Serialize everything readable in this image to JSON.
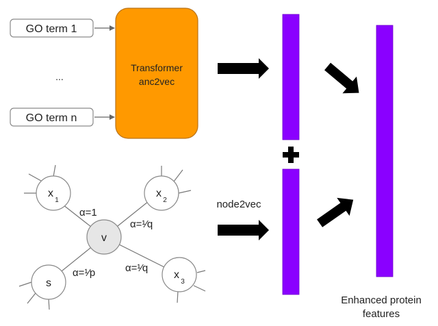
{
  "inputs": {
    "go_term_first": "GO term 1",
    "ellipsis": "...",
    "go_term_last": "GO term n"
  },
  "transformer": {
    "line1": "Transformer",
    "line2": "anc2vec",
    "fill": "#ff9900"
  },
  "graph": {
    "center_node": "v",
    "nodes": {
      "x1": {
        "base": "x",
        "sub": "1"
      },
      "x2": {
        "base": "x",
        "sub": "2"
      },
      "x3": {
        "base": "x",
        "sub": "3"
      },
      "s": {
        "base": "s"
      }
    },
    "edges": {
      "v_x1": "α=1",
      "v_x2": "α=¹⁄q",
      "v_x3": "α=¹⁄q",
      "v_s": "α=¹⁄p"
    }
  },
  "node2vec_label": "node2vec",
  "plus_sign": "+",
  "vector_color": "#8a00ff",
  "output": {
    "line1": "Enhanced protein",
    "line2": "features"
  }
}
